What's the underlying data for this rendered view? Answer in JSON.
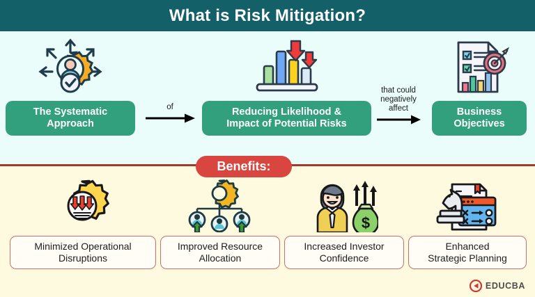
{
  "header": {
    "title": "What is Risk Mitigation?",
    "bg_color": "#146068",
    "text_color": "#ffffff"
  },
  "theme": {
    "upper_bg": "#eafdfa",
    "lower_bg": "#fdfadf",
    "pill_green": "#33a07d",
    "benefits_red": "#d9453f",
    "divider_color": "#a3392f",
    "card_border": "#c9706c"
  },
  "flow": {
    "steps": [
      {
        "label": "The Systematic\nApproach",
        "icon": "gear-person-check-icon"
      },
      {
        "label": "Reducing Likelihood &\nImpact of Potential Risks",
        "icon": "bar-chart-down-arrows-icon"
      },
      {
        "label": "Business\nObjectives",
        "icon": "checklist-target-icon"
      }
    ],
    "connectors": [
      {
        "text": "of",
        "icon": "right-arrow-icon"
      },
      {
        "text": "that could\nnegatively\naffect",
        "icon": "right-arrow-icon"
      }
    ]
  },
  "benefits": {
    "heading": "Benefits:",
    "items": [
      {
        "label": "Minimized Operational\nDisruptions",
        "icon": "gear-down-arrows-icon"
      },
      {
        "label": "Improved Resource\nAllocation",
        "icon": "org-chart-gear-people-icon"
      },
      {
        "label": "Increased Investor\nConfidence",
        "icon": "investor-money-bag-icon"
      },
      {
        "label": "Enhanced\nStrategic Planning",
        "icon": "chess-knight-strategy-icon"
      }
    ]
  },
  "logo": {
    "text": "EDUCBA",
    "mark": "educba-circle-icon",
    "mark_color": "#cf3a33"
  }
}
